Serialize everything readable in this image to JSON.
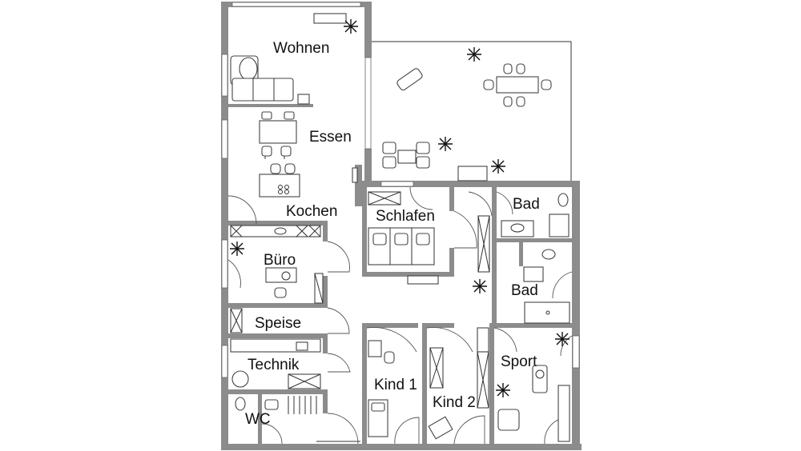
{
  "floorplan": {
    "rooms": {
      "wohnen": "Wohnen",
      "essen": "Essen",
      "kochen": "Kochen",
      "buero": "Büro",
      "speise": "Speise",
      "technik": "Technik",
      "wc": "WC",
      "schlafen": "Schlafen",
      "bad_top": "Bad",
      "bad_mid": "Bad",
      "kind1": "Kind 1",
      "kind2": "Kind 2",
      "sport": "Sport"
    },
    "colors": {
      "wall": "#8c8c8c",
      "line": "#333333",
      "background": "#ffffff"
    }
  }
}
